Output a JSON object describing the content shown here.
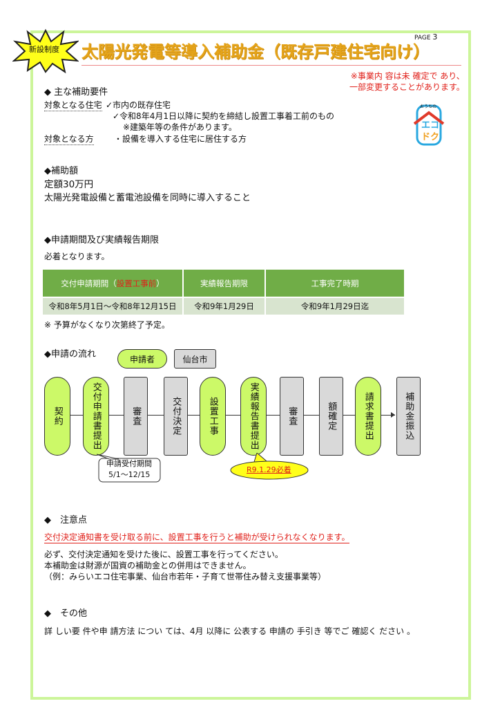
{
  "header": {
    "badge": "新設制度",
    "title": "太陽光発電等導入補助金（既存戸建住宅向け）",
    "page_label": "PAGE",
    "page_number": "3",
    "note_lines": [
      "※事業内 容は未 確定で あり、",
      "一部変更することがあります。"
    ]
  },
  "logo": {
    "small_text": "おうちの",
    "line1": "エコ",
    "line2": "ドク"
  },
  "requirements": {
    "heading": "◆ 主な補助要件",
    "house_label": "対象となる住宅",
    "house_items": [
      "✓市内の既存住宅",
      "✓令和8年4月1日以降に契約を締結し設置工事着工前のもの",
      "※建築年等の条件があります。"
    ],
    "person_label": "対象となる方",
    "person_item": "・設備を導入する住宅に居住する方"
  },
  "amount": {
    "heading": "◆補助額",
    "value": "定額30万円",
    "condition": "太陽光発電設備と蓄電池設備を同時に導入すること"
  },
  "period": {
    "heading": "◆申請期間及び実績報告期限",
    "note": "必着となります。",
    "headers": {
      "col1_prefix": "交付申請期間（",
      "col1_red": "設置工事前",
      "col1_suffix": "）",
      "col2": "実績報告期限",
      "col3": "工事完了時期"
    },
    "row": [
      "令和8年5月1日～令和8年12月15日",
      "令和9年1月29日",
      "令和9年1月29日迄"
    ],
    "footnote": "※ 予算がなくなり次第終了予定。"
  },
  "flow": {
    "heading": "◆申請の流れ",
    "legend_applicant": "申請者",
    "legend_city": "仙台市",
    "steps": [
      "契約",
      "交付申請書提出",
      "審査",
      "交付決定",
      "設置工事",
      "実績報告書提出",
      "審査",
      "額確定",
      "請求書提出",
      "補助金振込"
    ],
    "callout_title": "申請受付期間",
    "callout_range": "5/1～12/15",
    "deadline": "R9.1.29必着"
  },
  "cautions": {
    "heading": "◆　注意点",
    "warning": "交付決定通知書を受け取る前に、設置工事を行うと補助が受けられなくなります。",
    "lines": [
      "必ず、交付決定通知を受けた後に、設置工事を行ってください。",
      "本補助金は財源が国資の補助金との併用はできません。",
      "（例：みらいエコ住宅事業、仙台市若年・子育て世帯住み替え支援事業等）"
    ]
  },
  "other": {
    "heading": "◆　その他",
    "text": "詳 しい要 件や申 請方法 につい ては、4月 以降に 公表する 申請の 手引き 等でご 確認く ださい 。"
  }
}
